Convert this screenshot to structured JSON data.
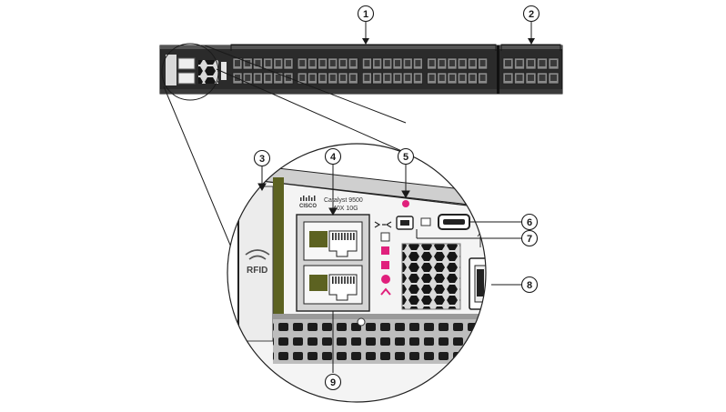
{
  "callouts": [
    {
      "id": "1",
      "label": "1"
    },
    {
      "id": "2",
      "label": "2"
    },
    {
      "id": "3",
      "label": "3"
    },
    {
      "id": "4",
      "label": "4"
    },
    {
      "id": "5",
      "label": "5"
    },
    {
      "id": "6",
      "label": "6"
    },
    {
      "id": "7",
      "label": "7"
    },
    {
      "id": "8",
      "label": "8"
    },
    {
      "id": "9",
      "label": "9"
    }
  ],
  "device": {
    "brand_logo_text": "CISCO",
    "model_line1": "Catalyst 9500",
    "model_line2": "40X 10G",
    "rfid_label": "RFID"
  },
  "colors": {
    "chassis": "#262626",
    "olive_bezel": "#5c6221",
    "led_magenta": "#e0207c",
    "port_grey": "#8a8a8a",
    "ink": "#1a1a1a"
  },
  "icons": [
    "console-arrow-icon",
    "mgmt-port-icon",
    "status-led-icons",
    "usb-icon",
    "rfid-waves-icon"
  ]
}
